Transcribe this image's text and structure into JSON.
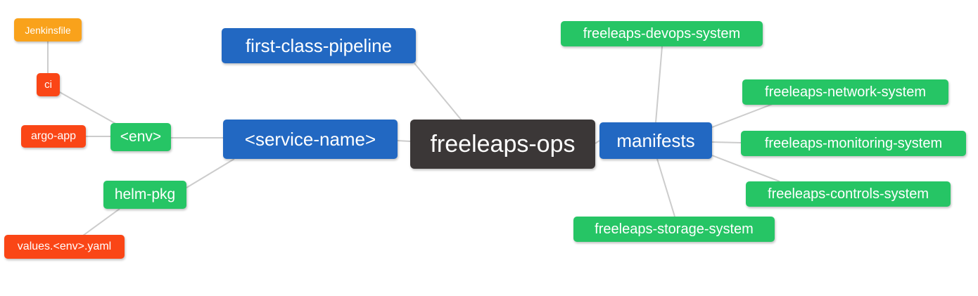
{
  "diagram": {
    "type": "mindmap",
    "background": "#FFFFFF",
    "colors": {
      "root_node": "#3B3737",
      "branch_node_blue": "#2268C2",
      "leaf_green": "#26C565",
      "leaf_red": "#FA4616",
      "leaf_orange": "#F9A21B",
      "edge_line": "#CCCCCC",
      "node_text": "#FFFFFF"
    },
    "nodes": {
      "root": {
        "label": "freeleaps-ops"
      },
      "first_class_pipeline": {
        "label": "first-class-pipeline"
      },
      "service_name": {
        "label": "<service-name>"
      },
      "manifests": {
        "label": "manifests"
      },
      "env": {
        "label": "<env>"
      },
      "helm_pkg": {
        "label": "helm-pkg"
      },
      "ci": {
        "label": "ci"
      },
      "argo_app": {
        "label": "argo-app"
      },
      "jenkinsfile": {
        "label": "Jenkinsfile"
      },
      "values_env_yaml": {
        "label": "values.<env>.yaml"
      },
      "devops_system": {
        "label": "freeleaps-devops-system"
      },
      "network_system": {
        "label": "freeleaps-network-system"
      },
      "monitoring_system": {
        "label": "freeleaps-monitoring-system"
      },
      "controls_system": {
        "label": "freeleaps-controls-system"
      },
      "storage_system": {
        "label": "freeleaps-storage-system"
      }
    },
    "edges": [
      {
        "from": "jenkinsfile",
        "to": "ci"
      },
      {
        "from": "ci",
        "to": "env"
      },
      {
        "from": "argo_app",
        "to": "env"
      },
      {
        "from": "env",
        "to": "service_name"
      },
      {
        "from": "helm_pkg",
        "to": "service_name"
      },
      {
        "from": "values_env_yaml",
        "to": "helm_pkg"
      },
      {
        "from": "first_class_pipeline",
        "to": "root"
      },
      {
        "from": "service_name",
        "to": "root"
      },
      {
        "from": "root",
        "to": "manifests"
      },
      {
        "from": "manifests",
        "to": "devops_system"
      },
      {
        "from": "manifests",
        "to": "network_system"
      },
      {
        "from": "manifests",
        "to": "monitoring_system"
      },
      {
        "from": "manifests",
        "to": "controls_system"
      },
      {
        "from": "manifests",
        "to": "storage_system"
      }
    ]
  }
}
